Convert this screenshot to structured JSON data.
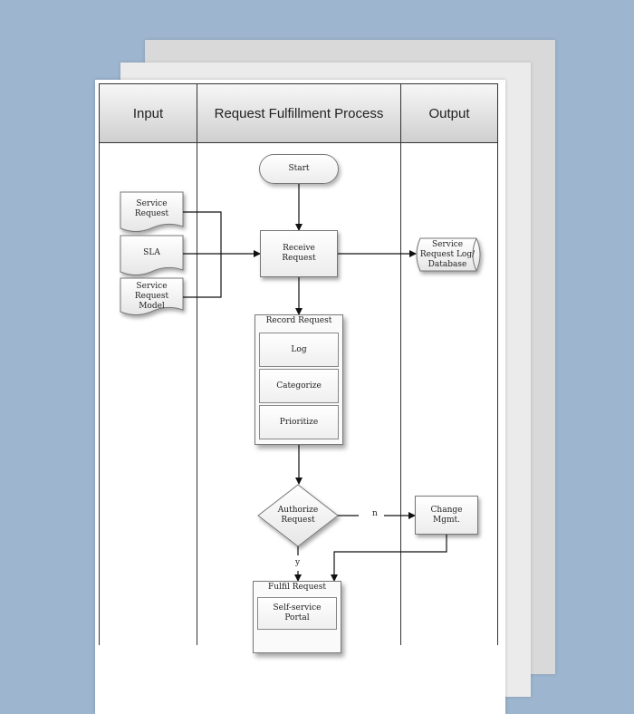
{
  "lanes": {
    "input": "Input",
    "process": "Request Fulfillment Process",
    "output": "Output"
  },
  "nodes": {
    "start": "Start",
    "service_request": "Service\nRequest",
    "sla": "SLA",
    "service_request_model": "Service\nRequest\nModel",
    "receive_request": "Receive\nRequest",
    "log_database": "Service\nRequest Log/\nDatabase",
    "record_request": {
      "title": "Record Request",
      "items": [
        "Log",
        "Categorize",
        "Prioritize"
      ]
    },
    "authorize_request": "Authorize\nRequest",
    "change_mgmt": "Change\nMgmt.",
    "fulfil_request": {
      "title": "Fulfil Request",
      "items": [
        "Self-service\nPortal"
      ]
    }
  },
  "edge_labels": {
    "no": "n",
    "yes": "y"
  },
  "colors": {
    "background": "#9db5cf",
    "sheet": "#ffffff",
    "header_gradient_top": "#f7f7f7",
    "header_gradient_bottom": "#cfcfcf"
  }
}
